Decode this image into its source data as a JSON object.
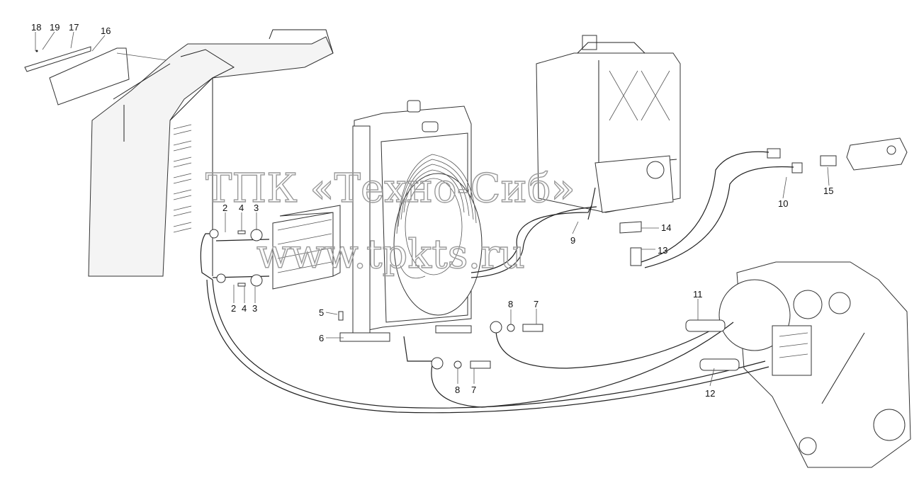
{
  "callouts": {
    "c18": "18",
    "c19": "19",
    "c17": "17",
    "c16": "16",
    "c2a": "2",
    "c4a": "4",
    "c3a": "3",
    "c2b": "2",
    "c4b": "4",
    "c3b": "3",
    "c5": "5",
    "c6": "6",
    "c8a": "8",
    "c7a": "7",
    "c8b": "8",
    "c7b": "7",
    "c9": "9",
    "c10": "10",
    "c11": "11",
    "c12": "12",
    "c13": "13",
    "c14": "14",
    "c15": "15"
  },
  "watermark": {
    "line1": "ТПК «Техно-Сиб»",
    "line2": "www.tpkts.ru"
  }
}
